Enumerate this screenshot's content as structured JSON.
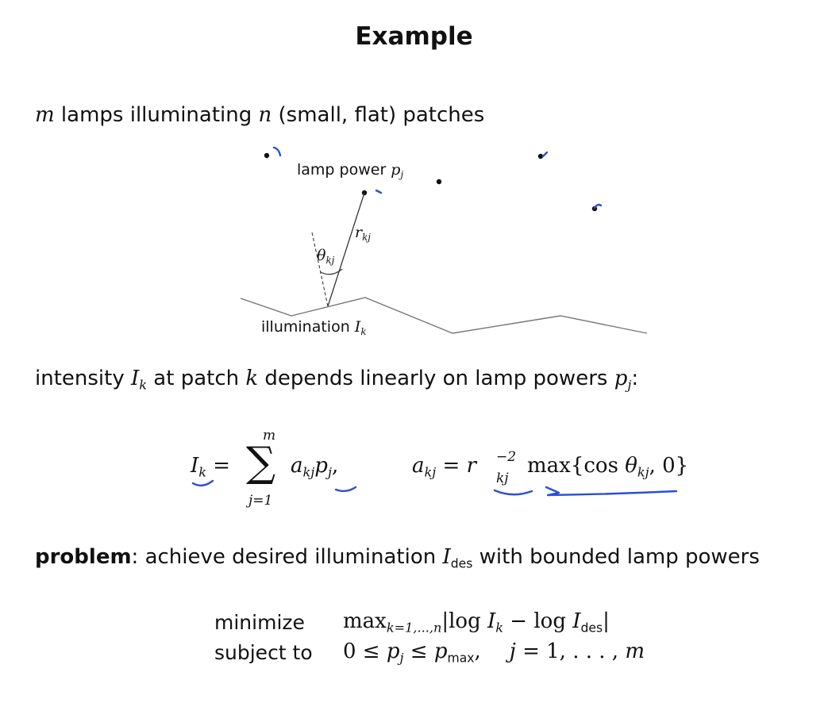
{
  "slide": {
    "title": "Example"
  },
  "intro": {
    "var_m": "m",
    "text_a": " lamps illuminating ",
    "var_n": "n",
    "text_b": " (small, flat) patches"
  },
  "diagram": {
    "lamp_label_text": "lamp power ",
    "lamp_label_var": "p",
    "lamp_label_sub": "j",
    "r_var": "r",
    "r_sub": "kj",
    "theta_var": "θ",
    "theta_sub": "kj",
    "illum_text": "illumination ",
    "illum_var": "I",
    "illum_sub": "k"
  },
  "statement": {
    "text_a": "intensity ",
    "I": "I",
    "I_sub": "k",
    "text_b": " at patch ",
    "k": "k",
    "text_c": " depends linearly on lamp powers ",
    "p": "p",
    "p_sub": "j",
    "text_d": ":"
  },
  "formula": {
    "lhs_I": "I",
    "lhs_sub": "k",
    "eq1": " = ",
    "sigma": "∑",
    "upper": "m",
    "lower": "j=1",
    "a": "a",
    "a_sub": "kj",
    "p": "p",
    "p_sub": "j",
    "comma": ",",
    "a2": "a",
    "a2_sub": "kj",
    "eq2": " = ",
    "r": "r",
    "r_sup": "−2",
    "r_sub": "kj",
    "max_text": "max{cos ",
    "theta": "θ",
    "theta_sub": "kj",
    "tail": ", 0}"
  },
  "problem": {
    "bold": "problem",
    "text_a": ": achieve desired illumination ",
    "I": "I",
    "I_sub": "des",
    "text_b": " with bounded lamp powers"
  },
  "optimization": {
    "minimize_kw": "minimize",
    "minimize_max": "max",
    "minimize_sub": "k=1,...,n",
    "minimize_abs_open": "|",
    "minimize_log1": "log ",
    "minimize_I": "I",
    "minimize_I_sub": "k",
    "minimize_minus": " − log ",
    "minimize_I2": "I",
    "minimize_I2_sub": "des",
    "minimize_abs_close": "|",
    "subject_kw": "subject to",
    "c_zero": "0 ≤ ",
    "c_p": "p",
    "c_p_sub": "j",
    "c_le": " ≤ ",
    "c_pmax": "p",
    "c_pmax_sub": "max",
    "c_comma": ",",
    "c_j": "j",
    "c_range": " = 1, . . . , ",
    "c_m": "m"
  },
  "colors": {
    "text": "#111111",
    "line": "#666666",
    "ink_annotation": "#2a4fd6"
  }
}
